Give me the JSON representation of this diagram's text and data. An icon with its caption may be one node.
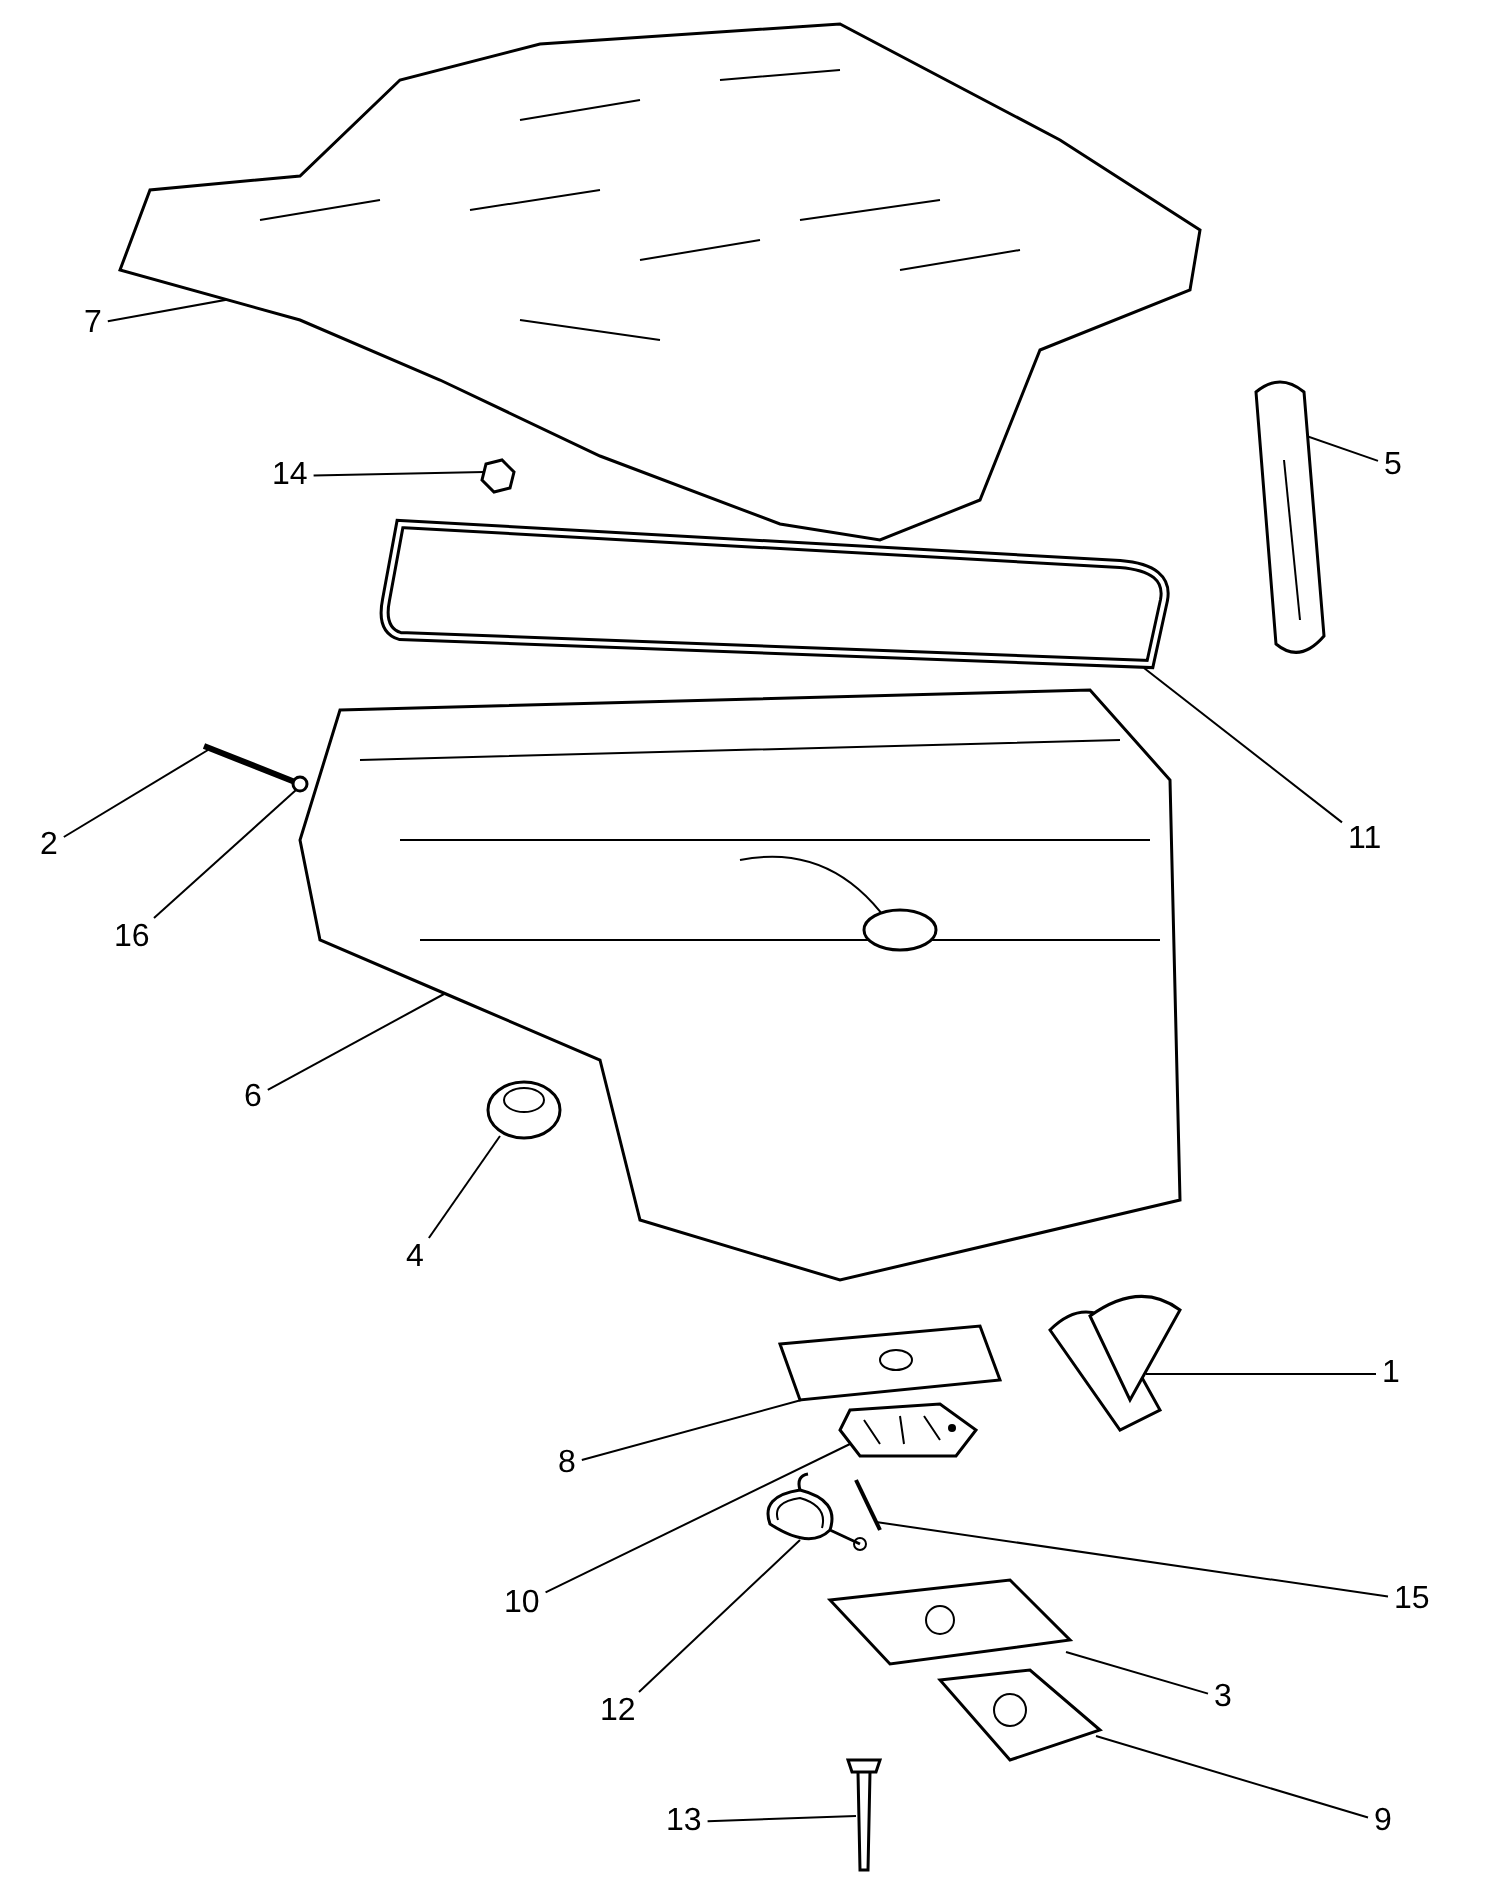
{
  "diagram": {
    "nodes": [
      {
        "text": [
          "7"
        ]
      },
      {
        "text": [],
        "shape": "picture"
      },
      {
        "text": [
          "14"
        ]
      },
      {
        "text": [],
        "shape": "picture"
      },
      {
        "text": [
          "5"
        ]
      },
      {
        "text": [],
        "shape": "picture"
      },
      {
        "text": [
          "2"
        ]
      },
      {
        "text": [],
        "shape": "picture"
      },
      {
        "text": [
          "11"
        ]
      },
      {
        "text": [],
        "shape": "picture"
      },
      {
        "text": [
          "16"
        ]
      },
      {
        "text": [],
        "shape": "circle"
      },
      {
        "text": [
          "6"
        ]
      },
      {
        "text": [],
        "shape": "picture"
      },
      {
        "text": [
          "4"
        ]
      },
      {
        "text": [],
        "shape": "picture"
      },
      {
        "text": [
          "1"
        ]
      },
      {
        "text": [],
        "shape": "picture"
      },
      {
        "text": [
          "8"
        ]
      },
      {
        "text": [],
        "shape": "picture"
      },
      {
        "text": [
          "10"
        ]
      },
      {
        "text": [],
        "shape": "picture"
      },
      {
        "text": [
          "15"
        ]
      },
      {
        "text": [],
        "shape": "picture"
      },
      {
        "text": [
          "12"
        ]
      },
      {
        "text": [],
        "shape": "picture"
      },
      {
        "text": [
          "3"
        ]
      },
      {
        "text": [],
        "shape": "picture"
      },
      {
        "text": [
          "13"
        ]
      },
      {
        "text": [],
        "shape": "picture"
      },
      {
        "text": [
          "9"
        ]
      },
      {
        "text": [],
        "shape": "picture"
      }
    ],
    "edges": [
      {
        "from": 0,
        "to": 1,
        "arrow": "none"
      },
      {
        "from": 2,
        "to": 3,
        "arrow": "none"
      },
      {
        "from": 4,
        "to": 5,
        "arrow": "none"
      },
      {
        "from": 6,
        "to": 7,
        "arrow": "none"
      },
      {
        "from": 8,
        "to": 9,
        "arrow": "none"
      },
      {
        "from": 10,
        "to": 11,
        "arrow": "none"
      },
      {
        "from": 12,
        "to": 13,
        "arrow": "none"
      },
      {
        "from": 14,
        "to": 15,
        "arrow": "none"
      },
      {
        "from": 16,
        "to": 17,
        "arrow": "none"
      },
      {
        "from": 18,
        "to": 19,
        "arrow": "none"
      },
      {
        "from": 20,
        "to": 21,
        "arrow": "none"
      },
      {
        "from": 22,
        "to": 23,
        "arrow": "none"
      },
      {
        "from": 24,
        "to": 25,
        "arrow": "none"
      },
      {
        "from": 26,
        "to": 27,
        "arrow": "none"
      },
      {
        "from": 28,
        "to": 29,
        "arrow": "none"
      },
      {
        "from": 30,
        "to": 31,
        "arrow": "none"
      }
    ]
  }
}
